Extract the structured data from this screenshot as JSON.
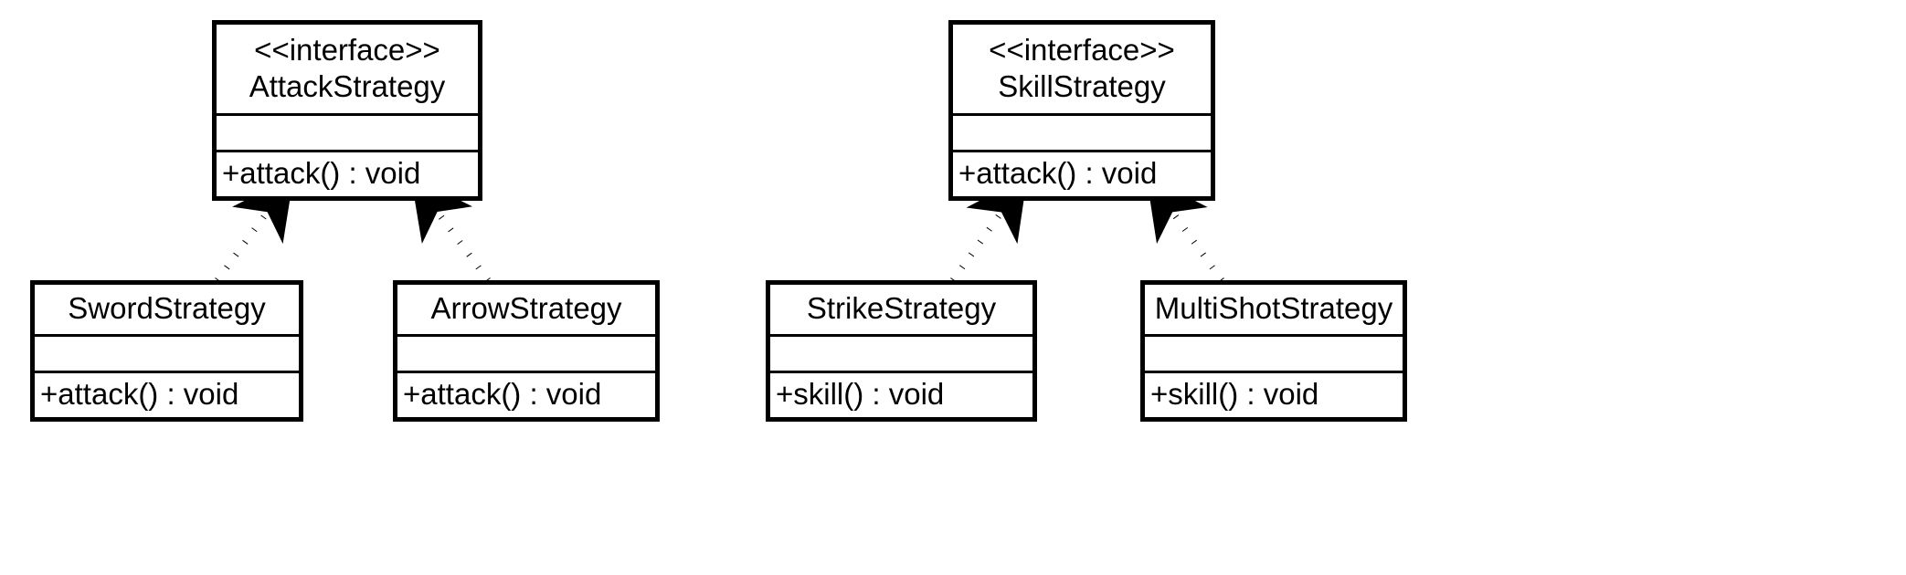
{
  "diagram": {
    "kind": "uml-class-diagram",
    "background_color": "#ffffff",
    "line_color": "#000000",
    "text_color": "#000000",
    "groups": [
      {
        "id": "attack-group",
        "interface": {
          "stereotype": "<<interface>>",
          "name": "AttackStrategy",
          "attributes": [],
          "methods": [
            "+attack() : void"
          ]
        },
        "implementors": [
          {
            "name": "SwordStrategy",
            "attributes": [],
            "methods": [
              "+attack() : void"
            ]
          },
          {
            "name": "ArrowStrategy",
            "attributes": [],
            "methods": [
              "+attack() : void"
            ]
          }
        ],
        "relationship": "realization"
      },
      {
        "id": "skill-group",
        "interface": {
          "stereotype": "<<interface>>",
          "name": "SkillStrategy",
          "attributes": [],
          "methods": [
            "+attack() : void"
          ]
        },
        "implementors": [
          {
            "name": "StrikeStrategy",
            "attributes": [],
            "methods": [
              "+skill() : void"
            ]
          },
          {
            "name": "MultiShotStrategy",
            "attributes": [],
            "methods": [
              "+skill() : void"
            ]
          }
        ],
        "relationship": "realization"
      }
    ],
    "connectors": [
      {
        "from": "SwordStrategy",
        "to": "AttackStrategy",
        "style": "dotted",
        "arrow": "filled-arrowhead"
      },
      {
        "from": "ArrowStrategy",
        "to": "AttackStrategy",
        "style": "dotted",
        "arrow": "filled-arrowhead"
      },
      {
        "from": "StrikeStrategy",
        "to": "SkillStrategy",
        "style": "dotted",
        "arrow": "filled-arrowhead"
      },
      {
        "from": "MultiShotStrategy",
        "to": "SkillStrategy",
        "style": "dotted",
        "arrow": "filled-arrowhead"
      }
    ]
  }
}
